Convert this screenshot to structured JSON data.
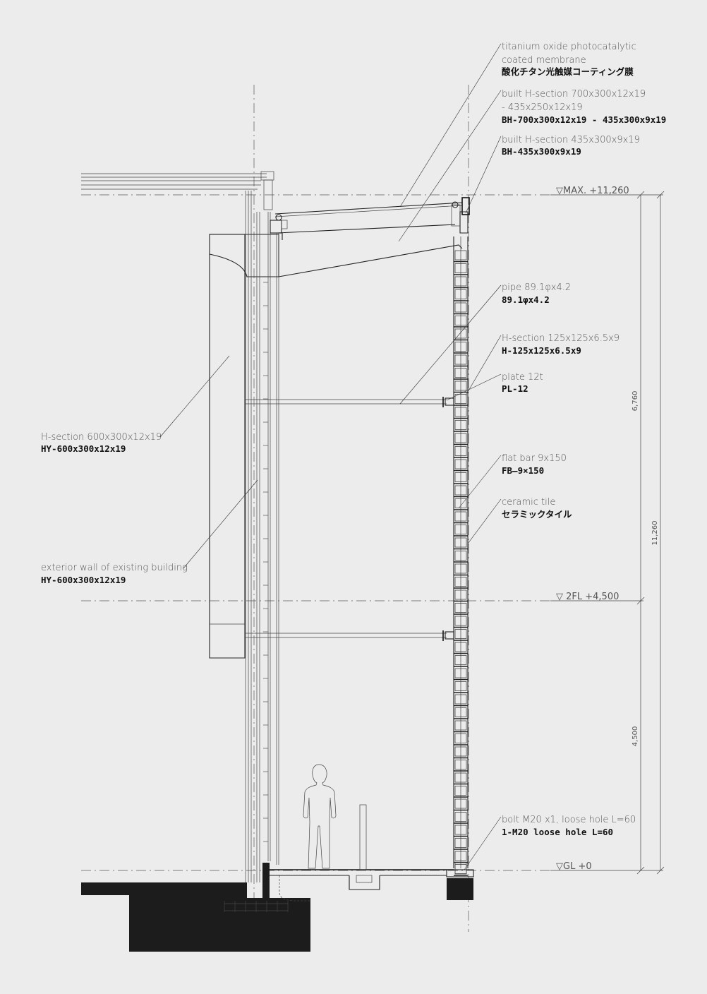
{
  "labels": [
    {
      "id": "membrane",
      "en1": "titanium oxide photocatalytic",
      "en2": "coated membrane",
      "jp": "酸化チタン光触媒コーティング膜"
    },
    {
      "id": "built-h-1",
      "en1": "built H-section 700x300x12x19",
      "en2": "- 435x250x12x19",
      "jp": "BH-700x300x12x19 - 435x300x9x19"
    },
    {
      "id": "built-h-2",
      "en1": "built H-section 435x300x9x19",
      "jp": "BH-435x300x9x19"
    },
    {
      "id": "pipe",
      "en1": "pipe 89.1φx4.2",
      "jp": "89.1φx4.2"
    },
    {
      "id": "h-section-125",
      "en1": "H-section 125x125x6.5x9",
      "jp": "H-125x125x6.5x9"
    },
    {
      "id": "plate",
      "en1": "plate 12t",
      "jp": "PL-12"
    },
    {
      "id": "flat-bar",
      "en1": "flat bar 9x150",
      "jp": "FB—9×150"
    },
    {
      "id": "ceramic-tile",
      "en1": "ceramic tile",
      "jp": "セラミックタイル"
    },
    {
      "id": "bolt",
      "en1": "bolt M20 x1, loose hole  L=60",
      "jp": "1-M20 loose hole  L=60"
    },
    {
      "id": "h-section-600",
      "en1": "H-section 600x300x12x19",
      "jp": "HY-600x300x12x19"
    },
    {
      "id": "exterior-wall",
      "en1": "exterior wall of existing building",
      "jp": "HY-600x300x12x19"
    }
  ],
  "levels": {
    "max": "▽MAX. +11,260",
    "second_floor": "▽ 2FL +4,500",
    "ground": "▽GL +0"
  },
  "dimensions": {
    "upper": "6,760",
    "total": "11,260",
    "lower": "4,500"
  }
}
